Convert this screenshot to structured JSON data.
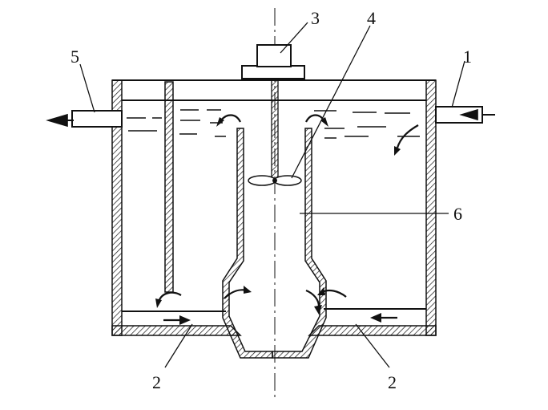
{
  "labels": {
    "inlet_pipe": "1",
    "bottom_passage_left": "2",
    "bottom_passage_right": "2",
    "motor": "3",
    "impeller": "4",
    "outlet_pipe": "5",
    "draft_tube": "6"
  }
}
